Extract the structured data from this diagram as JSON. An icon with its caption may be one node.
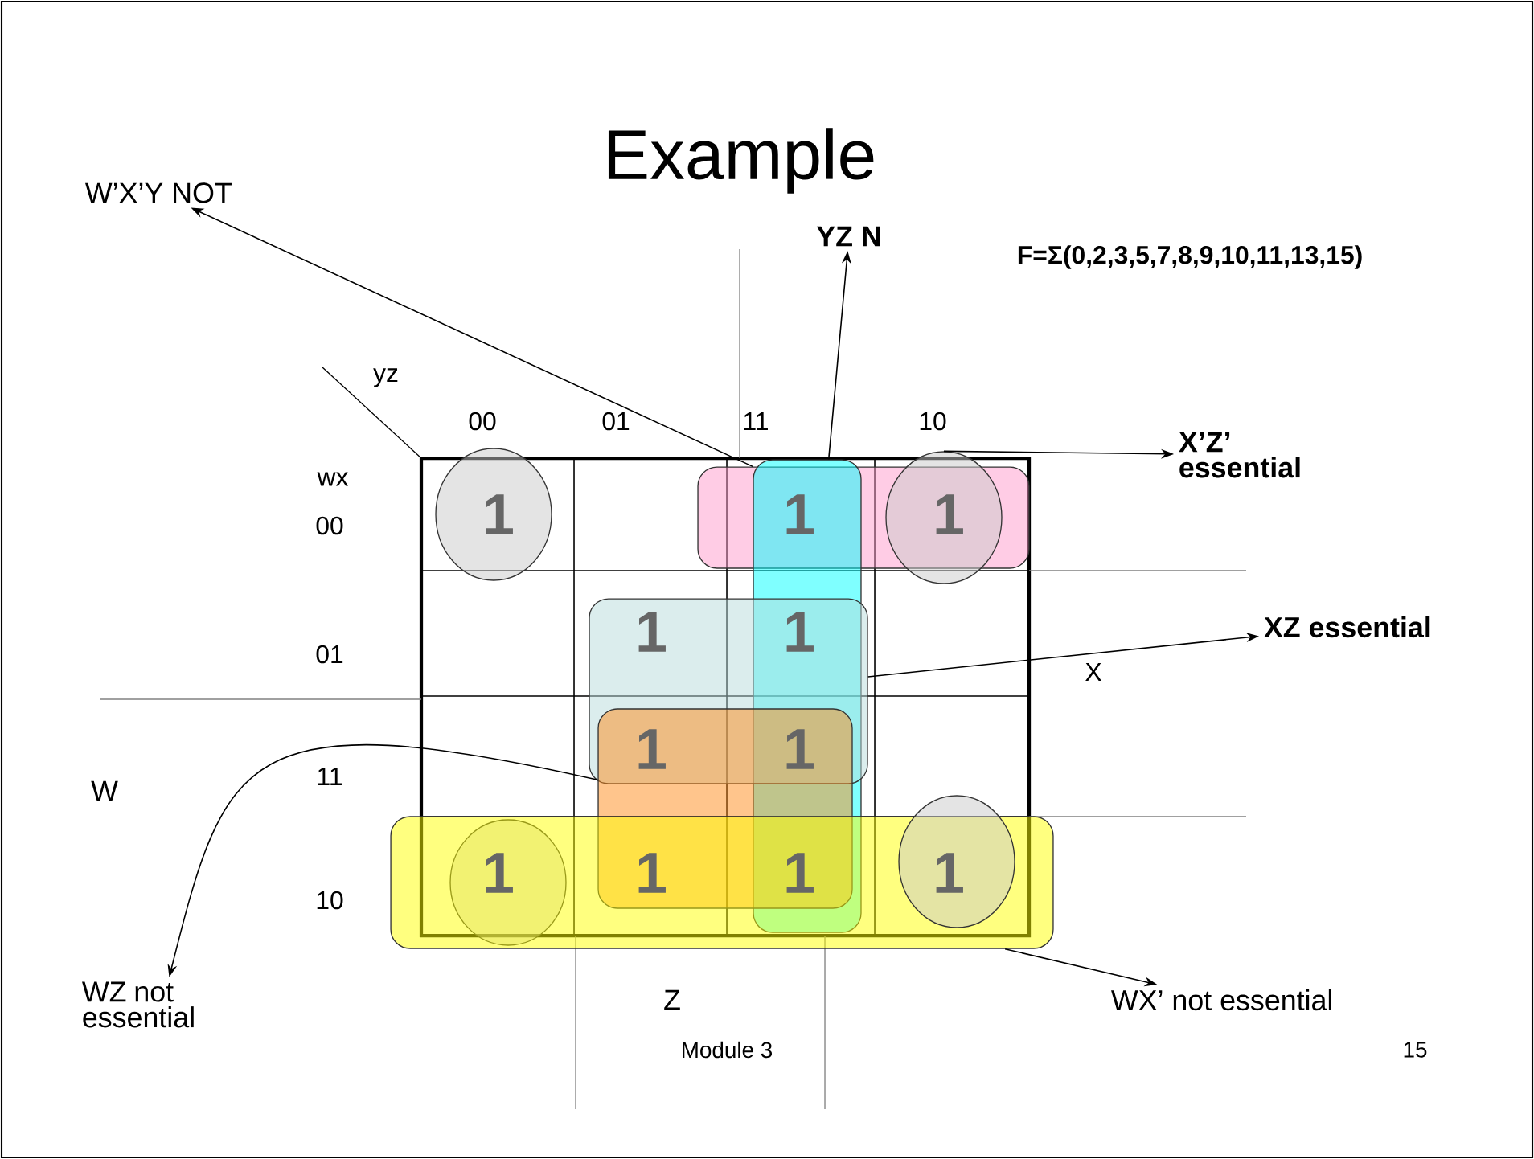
{
  "diagram": {
    "title": "Example",
    "nodes": [
      {
        "text": [
          "W’X’Y NOT"
        ]
      },
      {
        "text": [
          "YZ N"
        ]
      },
      {
        "text": [
          "X’Z’ essential"
        ]
      },
      {
        "text": [
          "XZ essential"
        ]
      },
      {
        "text": [
          "WZ not essential"
        ]
      },
      {
        "text": [
          "WX’ not essential"
        ]
      },
      {
        "text": [],
        "shape": "circle"
      },
      {
        "text": [],
        "shape": "box"
      },
      {
        "text": [],
        "shape": "box"
      },
      {
        "text": [],
        "shape": "circle"
      },
      {
        "text": [],
        "shape": "box"
      },
      {
        "text": [],
        "shape": "box"
      },
      {
        "text": [],
        "shape": "circle",
        "in": 13
      },
      {
        "text": [],
        "shape": "box"
      },
      {
        "text": [],
        "shape": "circle"
      }
    ],
    "edges": [
      {
        "from": 7,
        "to": 0,
        "arrow": "to"
      },
      {
        "from": 8,
        "to": 1,
        "arrow": "to"
      },
      {
        "from": 9,
        "to": 2,
        "arrow": "to"
      },
      {
        "from": 10,
        "to": 3,
        "arrow": "to"
      },
      {
        "from": 11,
        "to": 4,
        "arrow": "to"
      },
      {
        "from": 13,
        "to": 5,
        "arrow": "to"
      }
    ],
    "labels": [
      "F=Σ(0,2,3,5,7,8,9,10,11,13,15)",
      "yz",
      "00",
      "01",
      "11",
      "10",
      "wx",
      "00",
      "1",
      "1",
      "1",
      "01",
      "1",
      "1",
      "X",
      "11",
      "1",
      "1",
      "W",
      "10",
      "1",
      "1",
      "1",
      "1",
      "Z",
      "Module 3",
      "15"
    ]
  }
}
